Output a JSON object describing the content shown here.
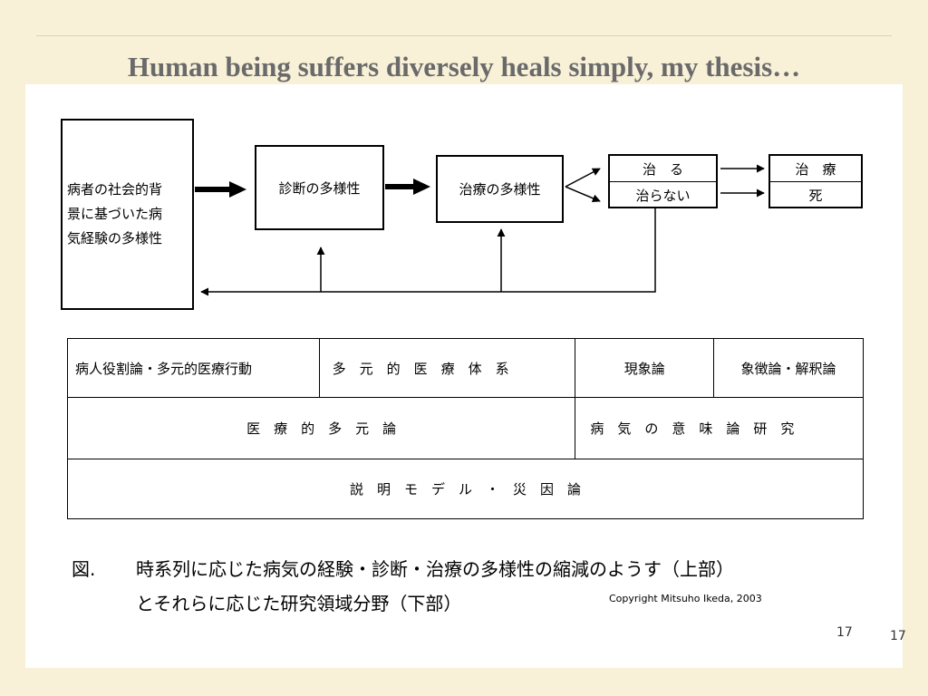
{
  "slide": {
    "title": "Human being suffers diversely heals simply, my thesis…",
    "page_inner": "17",
    "page_outer": "17"
  },
  "diagram": {
    "background_box": {
      "lines": [
        "病者の社会的背",
        "景に基づいた病",
        "気経験の多様性"
      ]
    },
    "diagnosis_box": "診断の多様性",
    "treatment_box": "治療の多様性",
    "outcome_box": {
      "cured": "治　る",
      "not_cured": "治らない"
    },
    "result_box": {
      "treatment": "治　療",
      "death": "死"
    }
  },
  "research_areas": {
    "row1": [
      "病人役割論・多元的医療行動",
      "多　元　的　医　療　体　系",
      "現象論",
      "象徴論・解釈論"
    ],
    "row2": [
      "医　療　的　多　元　論",
      "病　気　の　意　味　論　研　究"
    ],
    "row3": "説　明　モ　デ　ル　・　災　因　論"
  },
  "caption": {
    "label": "図.",
    "line1": "時系列に応じた病気の経験・診断・治療の多様性の縮減のようす（上部）",
    "line2": "とそれらに応じた研究領域分野（下部）",
    "copyright": "Copyright Mitsuho Ikeda, 2003"
  },
  "colors": {
    "background": "#f8f1d8",
    "panel": "#ffffff",
    "title": "#6a6a6a",
    "line": "#000000"
  }
}
